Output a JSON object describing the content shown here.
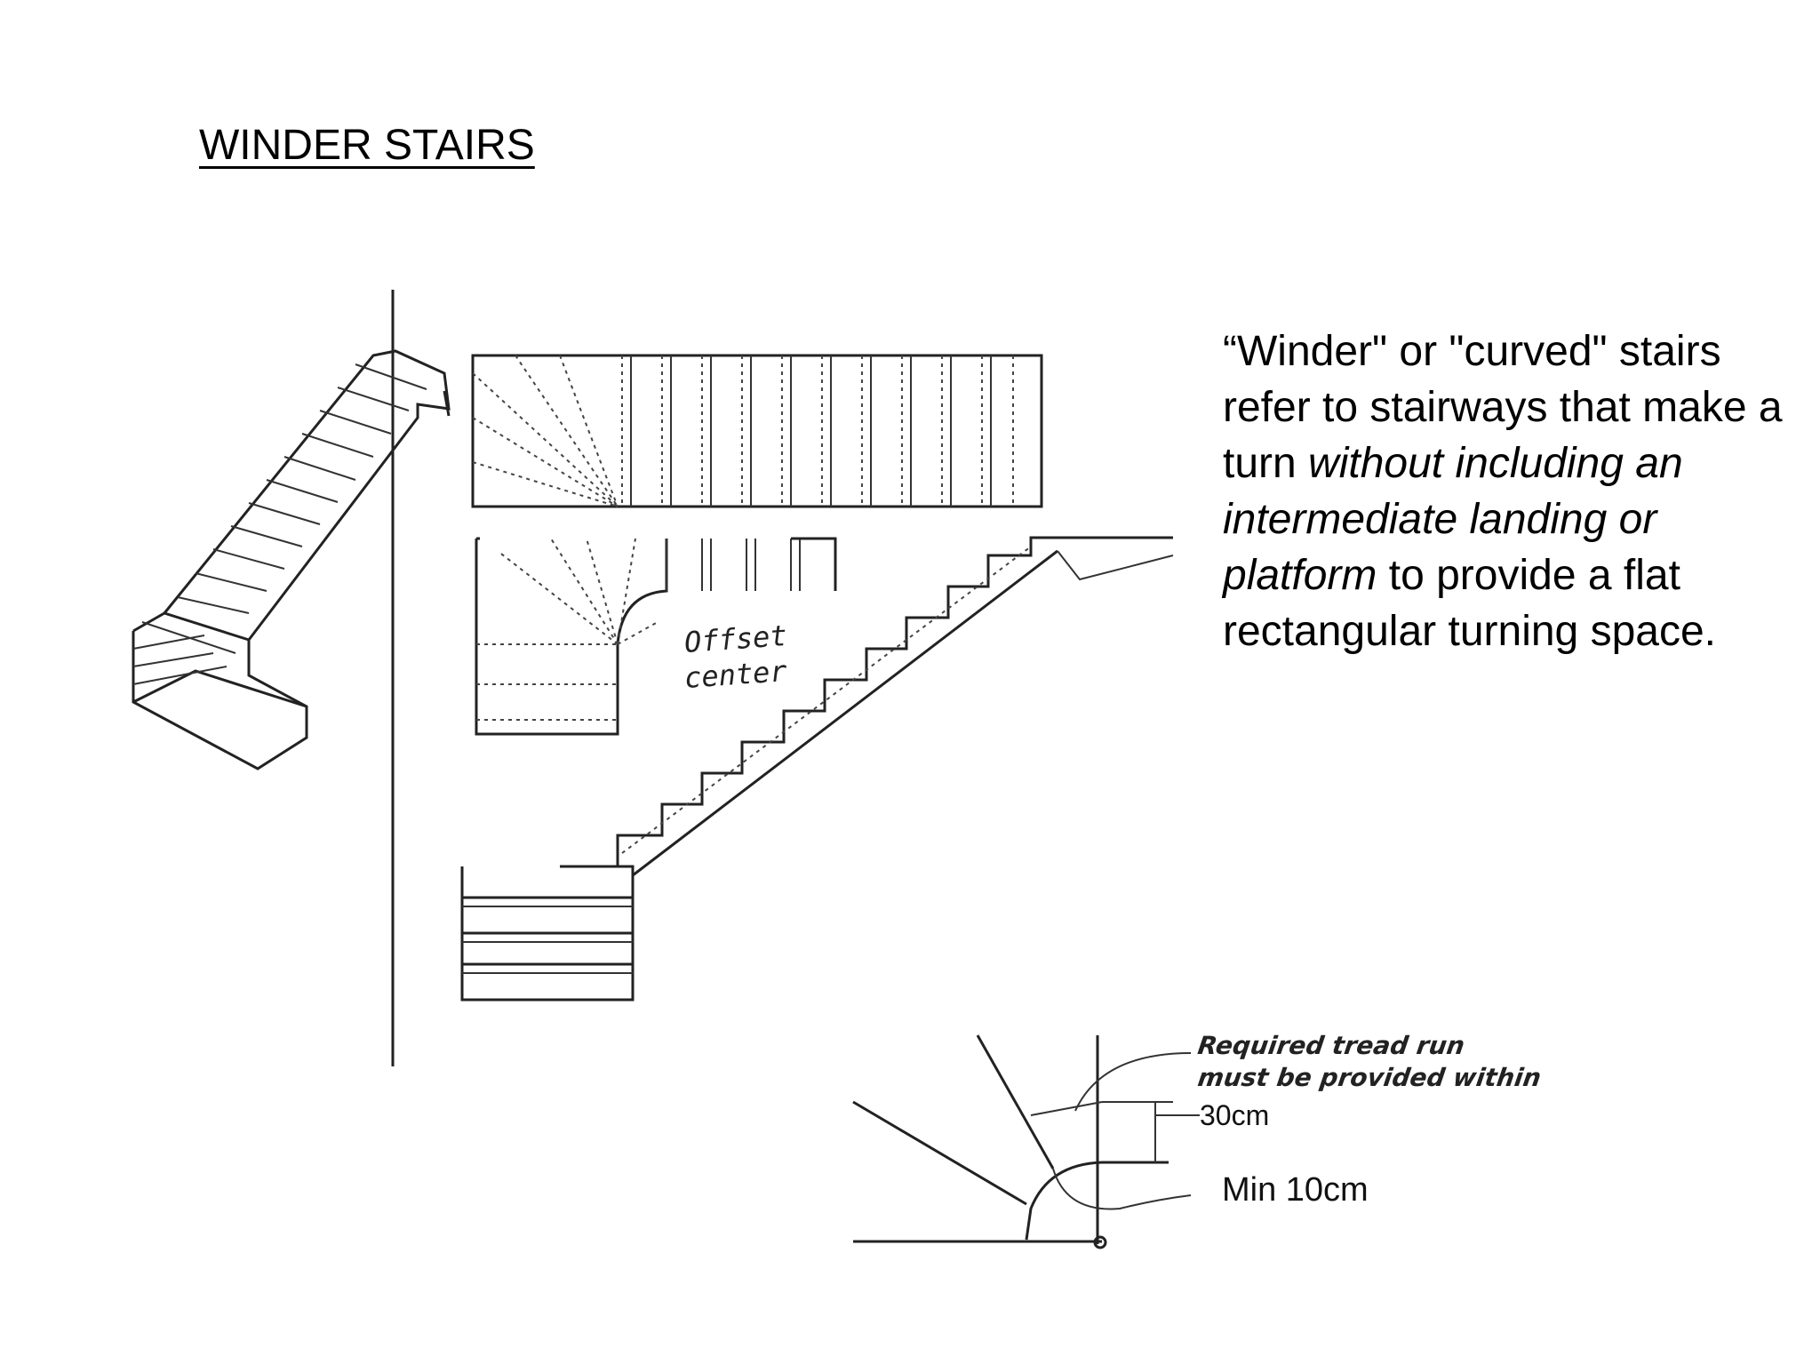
{
  "title": "WINDER STAIRS",
  "description": {
    "part1": "“Winder\" or \"curved\" stairs refer to stairways that make a turn ",
    "italic": "without including an intermediate landing or platform",
    "part2": " to provide a flat rectangular turning space."
  },
  "diagram": {
    "offset_label_1": "Offset",
    "offset_label_2": "center",
    "requirement_line_1": "Required tread run",
    "requirement_line_2": "must be provided within",
    "dimension_30": "30cm",
    "dimension_min": "Min 10cm"
  }
}
